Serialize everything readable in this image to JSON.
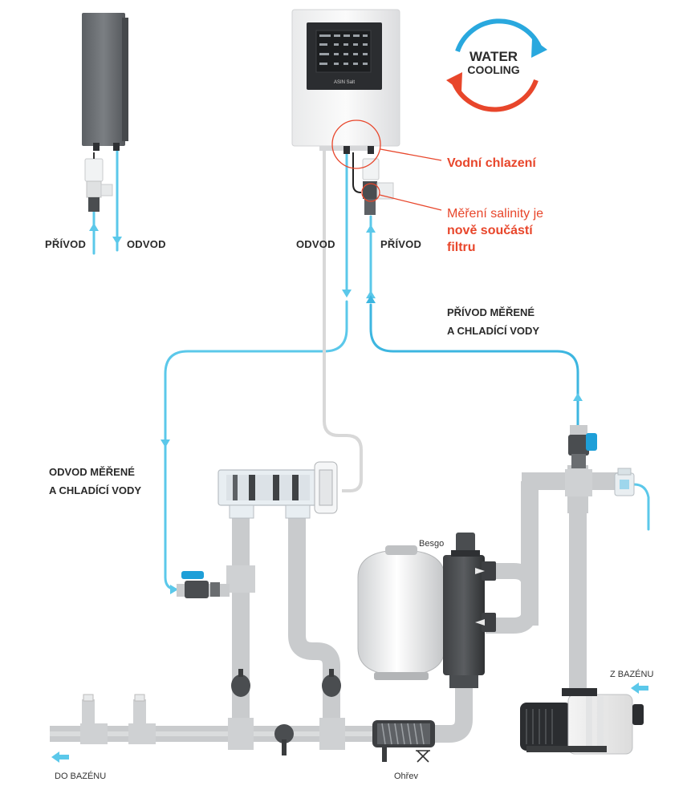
{
  "labels": {
    "privod_left": "PŘÍVOD",
    "odvod_left": "ODVOD",
    "odvod_center": "ODVOD",
    "privod_center": "PŘÍVOD",
    "privod_merene_line1": "PŘÍVOD MĚŘENÉ",
    "privod_merene_line2": "A CHLADÍCÍ VODY",
    "odvod_merene_line1": "ODVOD MĚŘENÉ",
    "odvod_merene_line2": "A CHLADÍCÍ VODY",
    "besgo": "Besgo",
    "ohrev": "Ohřev",
    "z_bazenu": "Z BAZÉNU",
    "do_bazenu": "DO BAZÉNU"
  },
  "callouts": {
    "vodni_chlazeni": "Vodní chlazení",
    "salinity_line1": "Měření salinity je",
    "salinity_line2": "nově součástí",
    "salinity_line3": "filtru"
  },
  "badge": {
    "line1": "WATER",
    "line2": "COOLING"
  },
  "device": {
    "brand": "ASIN Salt"
  },
  "colors": {
    "water_line": "#5bc8ea",
    "water_line_dark": "#3db6e0",
    "drain_line": "#d8d8d8",
    "pipe": "#c9cbcd",
    "accent_red": "#e8462b",
    "badge_red": "#e8462b",
    "badge_blue": "#29a8de",
    "valve_handle": "#1e9fd8"
  }
}
